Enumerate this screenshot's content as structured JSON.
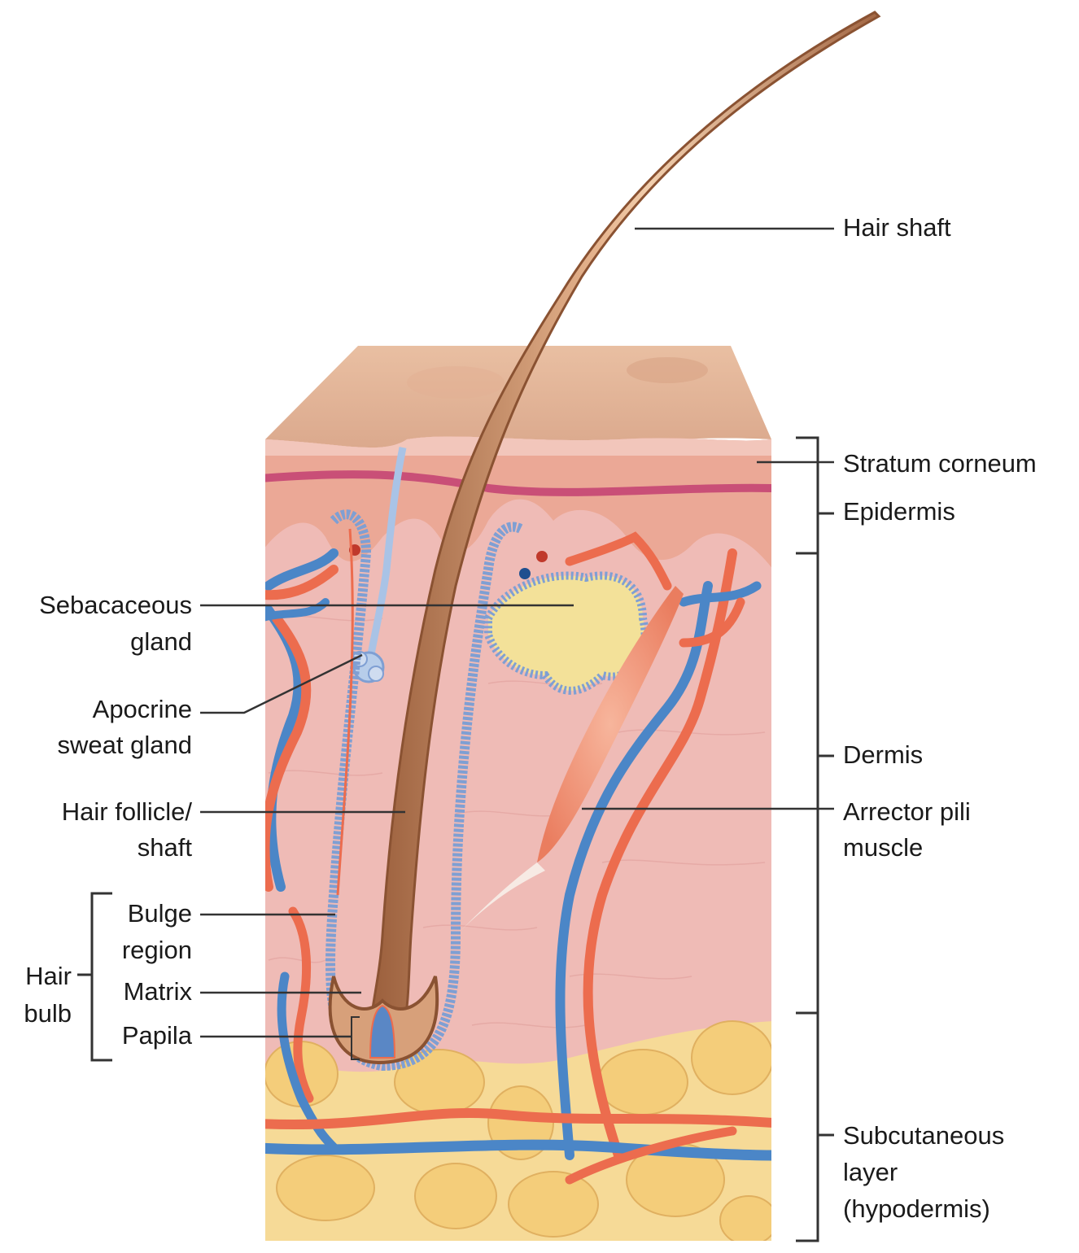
{
  "labels": {
    "hair_shaft": "Hair shaft",
    "stratum_corneum": "Stratum corneum",
    "epidermis": "Epidermis",
    "dermis": "Dermis",
    "arrector_pili_line1": "Arrector pili",
    "arrector_pili_line2": "muscle",
    "subcutaneous_line1": "Subcutaneous",
    "subcutaneous_line2": "layer",
    "subcutaneous_line3": "(hypodermis)",
    "sebaceous_line1": "Sebacaceous",
    "sebaceous_line2": "gland",
    "apocrine_line1": "Apocrine",
    "apocrine_line2": "sweat gland",
    "follicle_line1": "Hair follicle/",
    "follicle_line2": "shaft",
    "bulge_line1": "Bulge",
    "bulge_line2": "region",
    "matrix": "Matrix",
    "papila": "Papila",
    "hair_bulb_line1": "Hair",
    "hair_bulb_line2": "bulb"
  },
  "colors": {
    "skin_top": "#e6b79b",
    "epidermis": "#eeb2a2",
    "stratum_band": "#c94f77",
    "dermis": "#efb8b5",
    "fat": "#f4d184",
    "hair_outer": "#a56b45",
    "hair_inner": "#d9a67f",
    "follicle_blue": "#7f9fd3",
    "artery": "#ec6c4e",
    "vein": "#4b86c7",
    "gland": "#f1de8f",
    "muscle": "#f29a7c",
    "leader_line": "#333333"
  }
}
